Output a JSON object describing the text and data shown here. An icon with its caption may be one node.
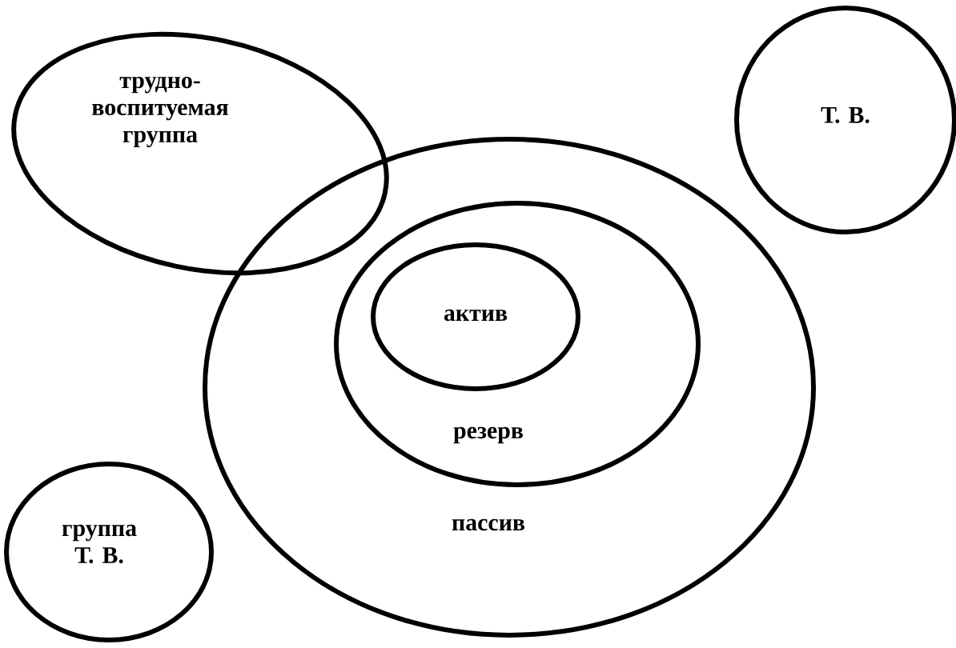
{
  "diagram": {
    "nodes": [
      {
        "text": [
          "трудно- воспитуемая группа"
        ]
      },
      {
        "text": [
          "Т. В."
        ]
      },
      {
        "text": [
          "пассив"
        ]
      },
      {
        "text": [
          "резерв"
        ],
        "in": 2
      },
      {
        "text": [
          "актив"
        ],
        "in": 3
      },
      {
        "text": [
          "группа Т. В."
        ]
      }
    ]
  }
}
